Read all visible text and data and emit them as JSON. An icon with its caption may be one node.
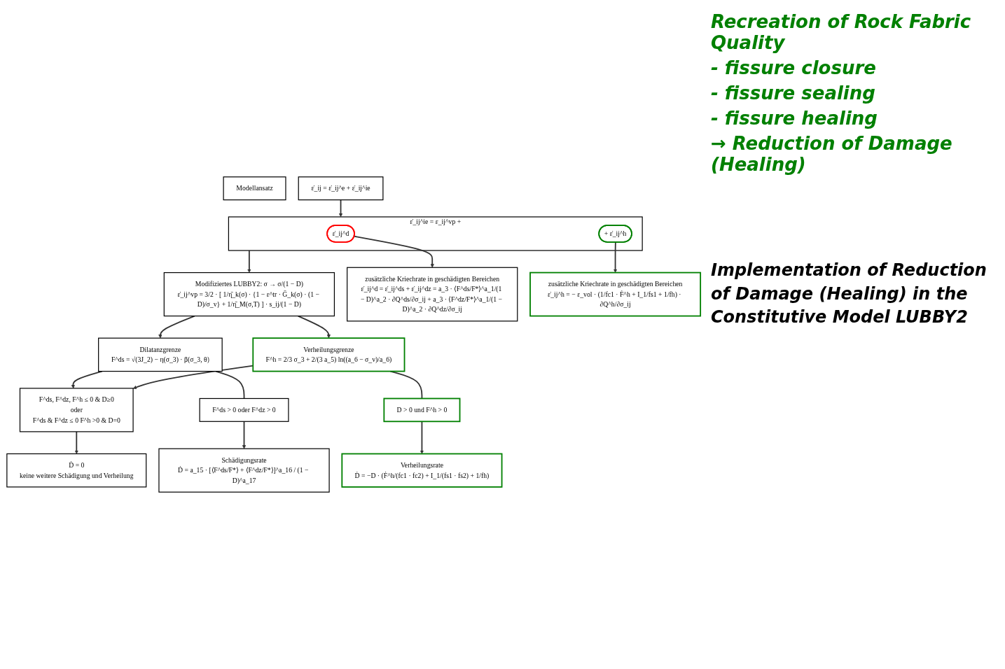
{
  "diagram": {
    "nodes": [
      {
        "text": [
          "Modellansatz"
        ]
      },
      {
        "text": [
          "ε̇_ij = ε̇_ij^e + ε̇_ij^ie"
        ]
      },
      {
        "text": [
          "ε̇_ij^ie = ε_ij^vp +"
        ]
      },
      {
        "text": [
          "ε̇_ij^d"
        ],
        "in": 2
      },
      {
        "text": [
          "+ ε̇_ij^h"
        ],
        "in": 2
      },
      {
        "text": [
          "Modifiziertes LUBBY2: σ → σ/(1 − D)",
          "ε̇_ij^vp = 3/2 · [ 1/η̄_k(σ) · {1 − ε^tr · Ḡ_k(σ) · (1 − D)/σ_v} + 1/η̄_M(σ,T) ] · s_ij/(1 − D)"
        ]
      },
      {
        "text": [
          "Dilatanzgrenze",
          "F^ds = √(3J_2) − η(σ_3) · β(σ_3, θ)"
        ]
      },
      {
        "text": [
          "F^ds, F^dz, F^h ≤ 0 & D≥0",
          "oder",
          "F^ds & F^dz ≤ 0 F^h >0 & D=0"
        ]
      },
      {
        "text": [
          "Verheilungsgrenze",
          "F^h = 2/3 σ_3 + 2/(3 a_5) ln((a_6 − σ_v)/a_6)"
        ]
      },
      {
        "text": [
          "F^ds > 0 oder F^dz > 0"
        ]
      },
      {
        "text": [
          "D > 0 und F^h > 0"
        ]
      },
      {
        "text": [
          "Schädigungsrate",
          "Ḋ = a_15 · [⟨F^ds/F*⟩ + ⟨F^dz/F*⟩]^a_16 / (1 − D)^a_17"
        ]
      },
      {
        "text": [
          "Ḋ = 0",
          "keine weitere Schädigung und Verheilung"
        ]
      },
      {
        "text": [
          "Verheilungsrate",
          "Ḋ = −D · (Ḟ^h/(fc1 · fc2) + I_1/(fs1 · fs2) + 1/fh)"
        ]
      },
      {
        "text": [
          "zusätzliche Kriechrate in geschädigten Bereichen",
          "ε̇_ij^d = ε̇_ij^ds + ε̇_ij^dz = a_3 · ⟨F^ds/F*⟩^a_1/(1 − D)^a_2 · ∂Q^ds/∂σ_ij + a_3 · ⟨F^dz/F*⟩^a_1/(1 − D)^a_2 · ∂Q^dz/∂σ_ij"
        ]
      },
      {
        "text": [
          "zusätzliche Kriechrate in geschädigten Bereichen",
          "ε̇_ij^h = − ε_vol · (1/fc1 · Ḟ^h + I_1/fs1 + 1/fh) · ∂Q^h/∂σ_ij"
        ]
      }
    ],
    "edges": [
      {
        "from": 1,
        "to": 2,
        "arrow": "to"
      },
      {
        "from": 2,
        "to": 5,
        "arrow": "to"
      },
      {
        "from": 3,
        "to": 14,
        "arrow": "to"
      },
      {
        "from": 4,
        "to": 15,
        "arrow": "to"
      },
      {
        "from": 5,
        "to": 6,
        "arrow": "to"
      },
      {
        "from": 5,
        "to": 8,
        "arrow": "to"
      },
      {
        "from": 6,
        "to": 7,
        "arrow": "to"
      },
      {
        "from": 8,
        "to": 7,
        "arrow": "to"
      },
      {
        "from": 6,
        "to": 9,
        "arrow": "none"
      },
      {
        "from": 9,
        "to": 11,
        "arrow": "to"
      },
      {
        "from": 8,
        "to": 10,
        "arrow": "none"
      },
      {
        "from": 10,
        "to": 13,
        "arrow": "to"
      },
      {
        "from": 7,
        "to": 12,
        "arrow": "to"
      }
    ],
    "labels": [
      "Recreation of Rock Fabric Quality",
      "- fissure closure",
      "- fissure sealing",
      "- fissure healing",
      "→ Reduction of Damage (Healing)",
      "Implementation of Reduction of Damage (Healing) in the Constitutive Model LUBBY2"
    ]
  }
}
